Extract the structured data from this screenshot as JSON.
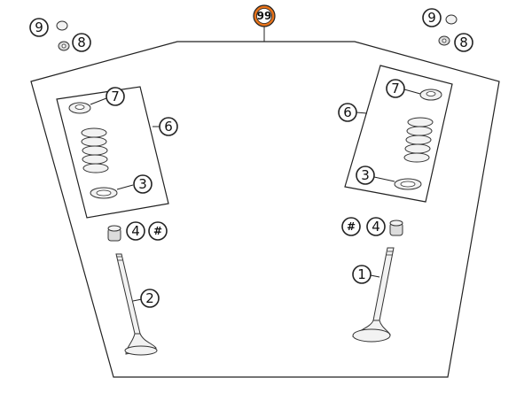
{
  "assembly_number": "99",
  "accent_color": "#e8731a",
  "callouts": {
    "left": {
      "retainer_keeper": "9",
      "nut": "8",
      "spring_retainer": "7",
      "spring_set": "6",
      "spring_seat": "3",
      "valve_seal": "4",
      "hash": "#",
      "valve": "2"
    },
    "right": {
      "retainer_keeper": "9",
      "nut": "8",
      "spring_retainer": "7",
      "spring_set": "6",
      "spring_seat": "3",
      "valve_seal": "4",
      "hash": "#",
      "valve": "1"
    }
  }
}
